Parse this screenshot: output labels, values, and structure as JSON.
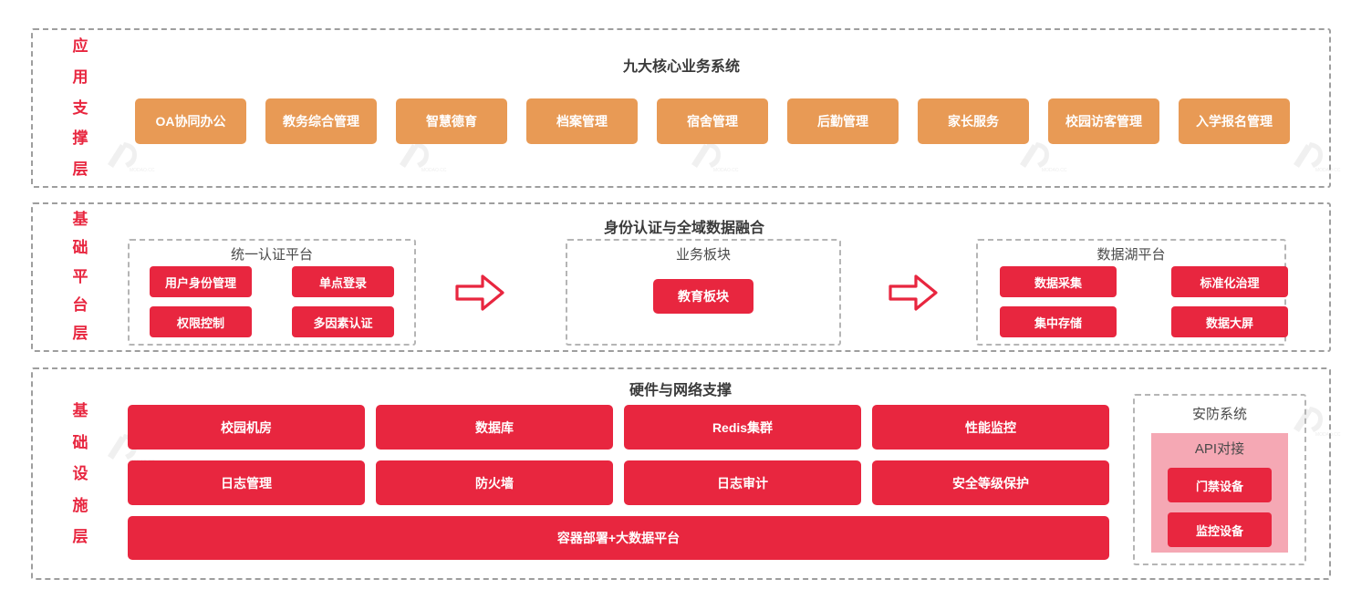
{
  "diagram": {
    "accent_orange": "#e89a55",
    "accent_red": "#e8263f",
    "pink": "#f5a8b4",
    "frame_gray": "#9e9e9e",
    "title_gray": "#3a3a3a"
  },
  "layers": [
    {
      "id": "application-support",
      "label_chars": [
        "应",
        "用",
        "支",
        "撑",
        "层"
      ],
      "title": "九大核心业务系统",
      "chips": [
        "OA协同办公",
        "教务综合管理",
        "智慧德育",
        "档案管理",
        "宿舍管理",
        "后勤管理",
        "家长服务",
        "校园访客管理",
        "入学报名管理"
      ]
    },
    {
      "id": "base-platform",
      "label_chars": [
        "基",
        "础",
        "平",
        "台",
        "层"
      ],
      "title": "身份认证与全域数据融合",
      "panels": [
        {
          "id": "unified-auth-platform",
          "title": "统一认证平台",
          "chips": [
            "用户身份管理",
            "单点登录",
            "权限控制",
            "多因素认证"
          ]
        },
        {
          "id": "business-sector",
          "title": "业务板块",
          "chips": [
            "教育板块"
          ]
        },
        {
          "id": "data-lake-platform",
          "title": "数据湖平台",
          "chips": [
            "数据采集",
            "标准化治理",
            "集中存储",
            "数据大屏"
          ]
        }
      ],
      "arrows": [
        "arrow-right-icon",
        "arrow-right-icon"
      ]
    },
    {
      "id": "infrastructure",
      "label_chars": [
        "基",
        "础",
        "设",
        "施",
        "层"
      ],
      "title": "硬件与网络支撑",
      "chips_row1": [
        "校园机房",
        "数据库",
        "Redis集群",
        "性能监控"
      ],
      "chips_row2": [
        "日志管理",
        "防火墙",
        "日志审计",
        "安全等级保护"
      ],
      "chip_full": "容器部署+大数据平台",
      "security_panel": {
        "id": "security-system",
        "title": "安防系统",
        "api_title": "API对接",
        "chips": [
          "门禁设备",
          "监控设备"
        ]
      }
    }
  ]
}
